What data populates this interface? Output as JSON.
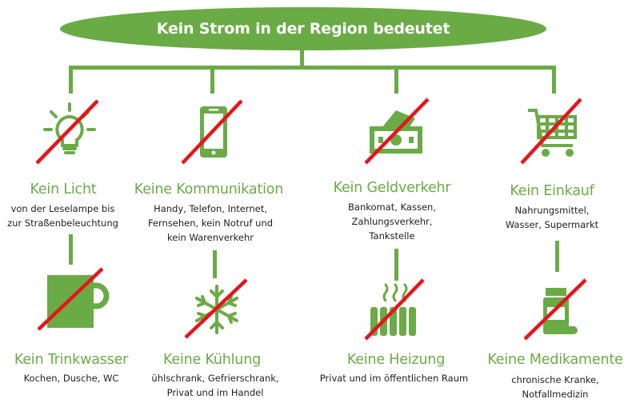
{
  "header": {
    "title": "Kein Strom in der Region bedeutet"
  },
  "colors": {
    "accent": "#6aab45",
    "cross": "#e8141b"
  },
  "items": [
    {
      "icon": "lightbulb-icon",
      "title": "Kein Licht",
      "lines": [
        "von der Leselampe bis",
        "zur Straßenbeleuchtung"
      ]
    },
    {
      "icon": "smartphone-icon",
      "title": "Keine Kommunikation",
      "lines": [
        "Handy, Telefon, Internet,",
        "Fernsehen, kein Notruf und",
        "kein Warenverkehr"
      ]
    },
    {
      "icon": "cash-register-icon",
      "title": "Kein Geldverkehr",
      "lines": [
        "Bankomat, Kassen,",
        "Zahlungsverkehr,",
        "Tankstelle"
      ]
    },
    {
      "icon": "shopping-cart-icon",
      "title": "Kein Einkauf",
      "lines": [
        "Nahrungsmittel,",
        "Wasser, Supermarkt"
      ]
    },
    {
      "icon": "cup-icon",
      "title": "Kein Trinkwasser",
      "lines": [
        "Kochen, Dusche, WC"
      ]
    },
    {
      "icon": "snowflake-icon",
      "title": "Keine Kühlung",
      "lines": [
        "ühlschrank, Gefrierschrank,",
        "Privat und im Handel"
      ]
    },
    {
      "icon": "radiator-icon",
      "title": "Keine Heizung",
      "lines": [
        "Privat und im öffentlichen Raum"
      ]
    },
    {
      "icon": "medicine-icon",
      "title": "Keine Medikamente",
      "lines": [
        "chronische Kranke,",
        "Notfallmedizin"
      ]
    }
  ]
}
